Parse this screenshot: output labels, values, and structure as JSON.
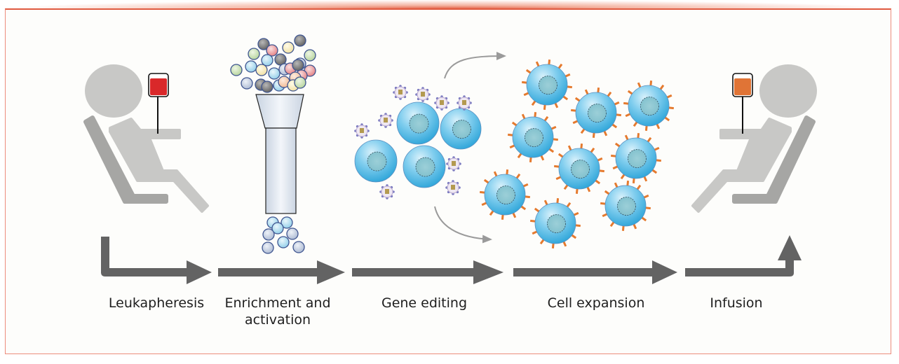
{
  "figure": {
    "type": "process-flow",
    "steps": [
      {
        "id": "leukapheresis",
        "label": "Leukapheresis",
        "icon": "patient-with-blood-bag-icon"
      },
      {
        "id": "enrichment",
        "label_line1": "Enrichment and",
        "label_line2": "activation",
        "icon": "cell-filter-column-icon"
      },
      {
        "id": "gene-editing",
        "label": "Gene editing",
        "icon": "t-cells-with-viral-vectors-icon"
      },
      {
        "id": "cell-expansion",
        "label": "Cell expansion",
        "icon": "car-t-cells-icon"
      },
      {
        "id": "infusion",
        "label": "Infusion",
        "icon": "patient-with-infusion-bag-icon"
      }
    ],
    "colors": {
      "accent": "#e05a40",
      "frame_border": "#ec8c7c",
      "arrow": "#636363",
      "person_light": "#c8c8c6",
      "chair_dark": "#a6a6a4",
      "blood_bag": "#d9282a",
      "infusion_bag": "#e07436",
      "cell_blue": "#3fb4e0",
      "receptor_orange": "#e57a2e",
      "vector_purple": "#8080c0"
    }
  }
}
